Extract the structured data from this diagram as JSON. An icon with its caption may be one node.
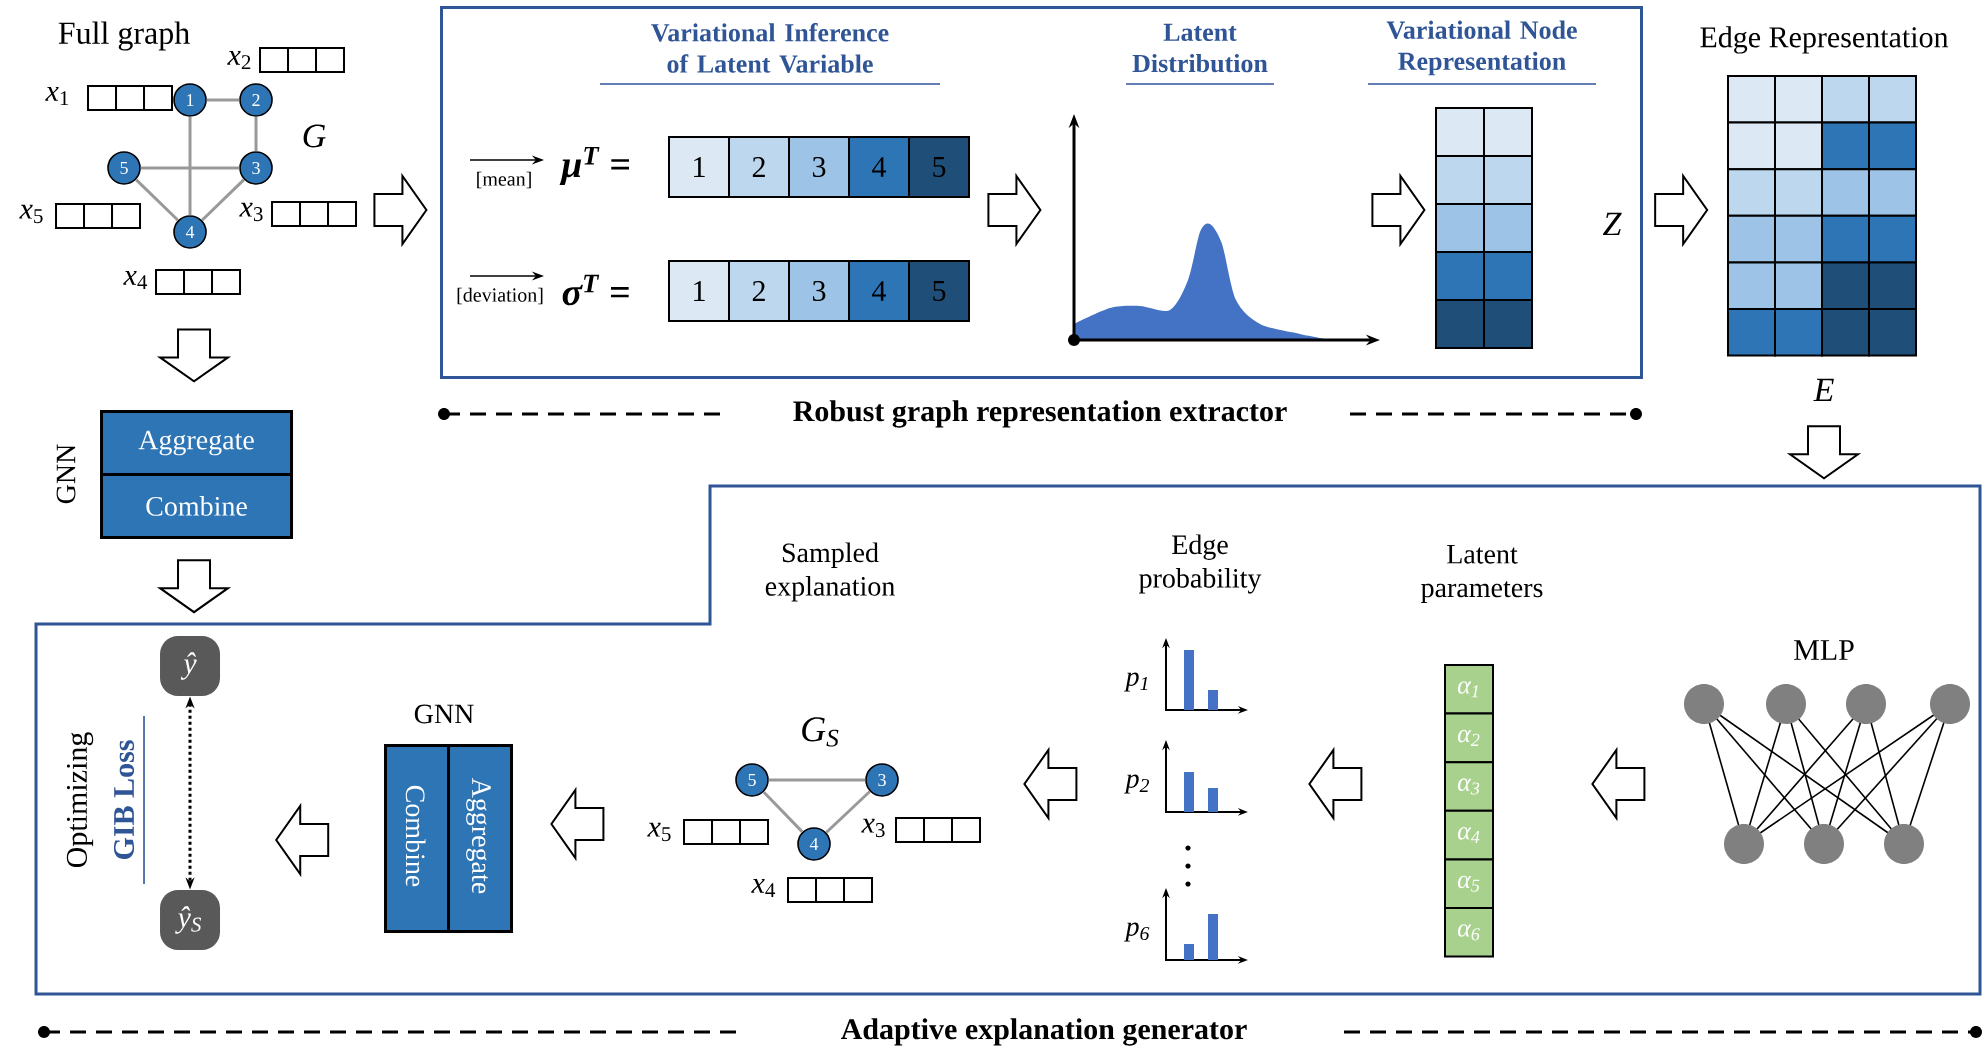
{
  "diagram": {
    "nodes": [
      {
        "text": [
          "Full graph",
          "G"
        ]
      },
      {
        "text": [
          "1"
        ],
        "in": 0
      },
      {
        "text": [
          "2"
        ],
        "in": 0,
        "beside": [
          "*x*$_{2}$"
        ]
      },
      {
        "text": [
          "3"
        ],
        "in": 0,
        "beside": [
          "*x*$_{3}$"
        ]
      },
      {
        "text": [
          "4"
        ],
        "in": 0,
        "beside": [
          "*x*$_{4}$"
        ]
      },
      {
        "text": [
          "5"
        ],
        "in": 0,
        "beside": [
          "*x*$_{5}$"
        ]
      },
      {
        "text": [
          "Robust graph representation extractor"
        ]
      },
      {
        "text": [
          "1",
          "2",
          "3",
          "4",
          "5"
        ],
        "in": 6,
        "beside": [
          "[mean]",
          "**μ**$^{T}$ ="
        ]
      },
      {
        "text": [
          "1",
          "2",
          "3",
          "4",
          "5"
        ],
        "in": 6,
        "beside": [
          "[deviation]",
          "**σ**$^{T}$ ="
        ]
      },
      {
        "text": [
          "Latent Distribution"
        ],
        "in": 6
      },
      {
        "text": [
          "Variational Node Representation"
        ],
        "in": 6,
        "beside": [
          "Z"
        ]
      },
      {
        "text": [
          "Edge Representation"
        ],
        "beside": [
          "E"
        ]
      },
      {
        "text": [
          "Aggregate",
          "Combine"
        ],
        "beside": [
          "GNN"
        ]
      },
      {
        "text": [
          "Adaptive explanation generator"
        ]
      },
      {
        "text": [
          "MLP"
        ],
        "in": 13
      },
      {
        "text": [
          "Latent parameters",
          "α$_{1}$",
          "α$_{2}$",
          "α$_{3}$",
          "α$_{4}$",
          "α$_{5}$",
          "α$_{6}$"
        ],
        "in": 13
      },
      {
        "text": [
          "Edge probability",
          "p$_{1}$",
          "p$_{2}$",
          "p$_{6}$"
        ],
        "in": 13
      },
      {
        "text": [
          "Sampled explanation",
          "G$_{S}$"
        ],
        "in": 13
      },
      {
        "text": [
          "5"
        ],
        "in": 17,
        "beside": [
          "*x*$_{5}$"
        ]
      },
      {
        "text": [
          "3"
        ],
        "in": 17,
        "beside": [
          "*x*$_{3}$"
        ]
      },
      {
        "text": [
          "4"
        ],
        "in": 17,
        "beside": [
          "*x*$_{4}$"
        ]
      },
      {
        "text": [
          "Aggregate",
          "Combine"
        ],
        "in": 13,
        "beside": [
          "GNN"
        ]
      },
      {
        "text": [
          "ŷ"
        ],
        "in": 13
      },
      {
        "text": [
          "ŷ$_{S}$"
        ],
        "in": 13
      }
    ],
    "edges": [
      {
        "from": 1,
        "to": 2,
        "arrow": "none",
        "color": "#999999"
      },
      {
        "from": 2,
        "to": 3,
        "arrow": "none",
        "color": "#999999"
      },
      {
        "from": 1,
        "to": 4,
        "arrow": "none",
        "color": "#999999"
      },
      {
        "from": 5,
        "to": 3,
        "arrow": "none",
        "color": "#999999"
      },
      {
        "from": 5,
        "to": 4,
        "arrow": "none",
        "color": "#999999"
      },
      {
        "from": 4,
        "to": 3,
        "arrow": "none",
        "color": "#999999"
      },
      {
        "from": 0,
        "to": 6,
        "arrow": "to"
      },
      {
        "from": 0,
        "to": 12,
        "arrow": "to"
      },
      {
        "from": 12,
        "to": 22,
        "arrow": "to"
      },
      {
        "from": 7,
        "to": 9,
        "arrow": "to"
      },
      {
        "from": 9,
        "to": 10,
        "arrow": "to"
      },
      {
        "from": 10,
        "to": 11,
        "arrow": "to"
      },
      {
        "from": 11,
        "to": 13,
        "arrow": "to"
      },
      {
        "from": 14,
        "to": 15,
        "arrow": "to"
      },
      {
        "from": 15,
        "to": 16,
        "arrow": "to"
      },
      {
        "from": 16,
        "to": 17,
        "arrow": "to"
      },
      {
        "from": 17,
        "to": 21,
        "arrow": "to"
      },
      {
        "from": 21,
        "to": 23,
        "arrow": "to"
      },
      {
        "from": 18,
        "to": 19,
        "arrow": "none",
        "color": "#999999"
      },
      {
        "from": 18,
        "to": 20,
        "arrow": "none",
        "color": "#999999"
      },
      {
        "from": 20,
        "to": 19,
        "arrow": "none",
        "color": "#999999"
      },
      {
        "from": 22,
        "to": 23,
        "arrow": "both",
        "style": "dashed",
        "color": "#000000"
      }
    ],
    "labels": [
      "*x*$_{1}$",
      "Variational Inference of Latent Variable",
      "Optimizing",
      "GIB Loss"
    ]
  }
}
